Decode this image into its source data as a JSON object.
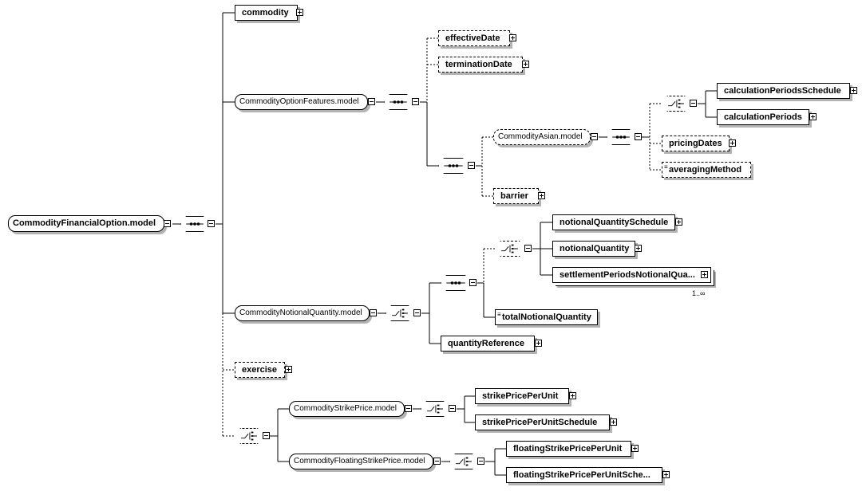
{
  "root": {
    "label": "CommodityFinancialOption.model"
  },
  "elements": {
    "commodity": "commodity",
    "effectiveDate": "effectiveDate",
    "terminationDate": "terminationDate",
    "calculationPeriodsSchedule": "calculationPeriodsSchedule",
    "calculationPeriods": "calculationPeriods",
    "pricingDates": "pricingDates",
    "averagingMethod": "averagingMethod",
    "barrier": "barrier",
    "notionalQuantitySchedule": "notionalQuantitySchedule",
    "notionalQuantity": "notionalQuantity",
    "settlementPeriodsNotionalQuantity": "settlementPeriodsNotionalQua...",
    "totalNotionalQuantity": "totalNotionalQuantity",
    "quantityReference": "quantityReference",
    "exercise": "exercise",
    "strikePricePerUnit": "strikePricePerUnit",
    "strikePricePerUnitSchedule": "strikePricePerUnitSchedule",
    "floatingStrikePricePerUnit": "floatingStrikePricePerUnit",
    "floatingStrikePricePerUnitSchedule": "floatingStrikePricePerUnitSche..."
  },
  "groups": {
    "commodityOptionFeatures": "CommodityOptionFeatures.model",
    "commodityAsian": "CommodityAsian.model",
    "commodityNotionalQuantity": "CommodityNotionalQuantity.model",
    "commodityStrikePrice": "CommodityStrikePrice.model",
    "commodityFloatingStrikePrice": "CommodityFloatingStrikePrice.model"
  },
  "cardinality": {
    "settlementPeriods": "1..∞"
  },
  "icons": {
    "expand": "plus-toggle-icon",
    "collapse": "minus-toggle-icon",
    "sequence": "sequence-compositor-icon",
    "choice": "choice-compositor-icon",
    "attribute": "attribute-icon"
  }
}
